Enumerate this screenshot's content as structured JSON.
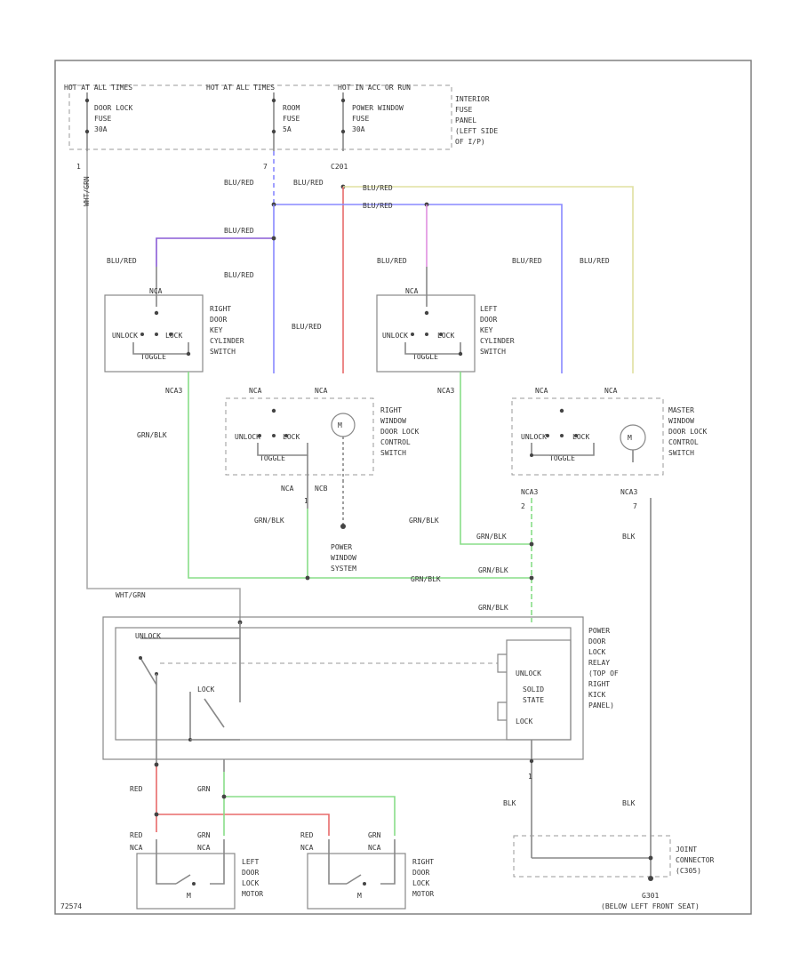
{
  "colors": {
    "blue_red": "#8888ff",
    "blue_red_purple": "#8a5cd6",
    "red": "#e86a6a",
    "pink": "#e090e0",
    "yellow": "#e8e8a0",
    "green": "#88dd88",
    "gray": "#999999"
  },
  "fuses": {
    "f1_hdr": "HOT AT ALL TIMES",
    "f2_hdr": "HOT AT ALL TIMES",
    "f3_hdr": "HOT IN ACC OR RUN",
    "f1_l1": "DOOR LOCK",
    "f1_l2": "FUSE",
    "f1_l3": "30A",
    "f2_l1": "ROOM",
    "f2_l2": "FUSE",
    "f2_l3": "5A",
    "f3_l1": "POWER WINDOW",
    "f3_l2": "FUSE",
    "f3_l3": "30A",
    "panel_l1": "INTERIOR",
    "panel_l2": "FUSE",
    "panel_l3": "PANEL",
    "panel_l4": "(LEFT SIDE",
    "panel_l5": "OF I/P)",
    "f2_pin": "7",
    "f3_pin": "C201",
    "f1_pin": "1"
  },
  "wire_labels": {
    "wht_grn_v": "WHT/GRN",
    "blu_red_a": "BLU/RED",
    "blu_red_b": "BLU/RED",
    "blu_red_c": "BLU/RED",
    "blu_red_d": "BLU/RED",
    "blu_red_e": "BLU/RED",
    "blu_red_f": "BLU/RED",
    "blu_red_g": "BLU/RED",
    "blu_red_h": "BLU/RED",
    "blu_red_i": "BLU/RED",
    "blu_red_j": "BLU/RED",
    "grn_blk_a": "GRN/BLK",
    "grn_blk_b": "GRN/BLK",
    "grn_blk_c": "GRN/BLK",
    "grn_blk_d": "GRN/BLK",
    "grn_blk_e": "GRN/BLK",
    "grn_blk_f": "GRN/BLK",
    "wht_grn_h": "WHT/GRN",
    "blk_a": "BLK",
    "blk_b": "BLK",
    "blk_c": "BLK",
    "red_a": "RED",
    "red_b": "RED",
    "red_c": "RED",
    "grn_a": "GRN",
    "grn_b": "GRN",
    "grn_c": "GRN"
  },
  "components": {
    "rdks": [
      "RIGHT",
      "DOOR",
      "KEY",
      "CYLINDER",
      "SWITCH"
    ],
    "ldks": [
      "LEFT",
      "DOOR",
      "KEY",
      "CYLINDER",
      "SWITCH"
    ],
    "rwin": [
      "RIGHT",
      "WINDOW",
      "DOOR LOCK",
      "CONTROL",
      "SWITCH"
    ],
    "mwin": [
      "MASTER",
      "WINDOW",
      "DOOR LOCK",
      "CONTROL",
      "SWITCH"
    ],
    "relay": [
      "POWER",
      "DOOR",
      "LOCK",
      "RELAY",
      "(TOP OF",
      "RIGHT",
      "KICK",
      "PANEL)"
    ],
    "pws": [
      "POWER",
      "WINDOW",
      "SYSTEM"
    ],
    "ldlm": [
      "LEFT",
      "DOOR",
      "LOCK",
      "MOTOR"
    ],
    "rdlm": [
      "RIGHT",
      "DOOR",
      "LOCK",
      "MOTOR"
    ],
    "joint": [
      "JOINT",
      "CONNECTOR",
      "(C305)"
    ],
    "ground": "G301",
    "ground_loc": "(BELOW LEFT FRONT SEAT)"
  },
  "switch_text": {
    "unlock": "UNLOCK",
    "lock": "LOCK",
    "toggle": "TOGGLE",
    "relay_unlock": "UNLOCK",
    "relay_lock": "LOCK",
    "relay_solid": "SOLID",
    "relay_state": "STATE",
    "relay_lock_sw": "LOCK",
    "relay_unlock_sw": "UNLOCK"
  },
  "pins": {
    "rdks_top": "NCA",
    "rdks_bot": "NCA3",
    "ldks_top": "NCA",
    "ldks_bot": "NCA3",
    "rwin_a": "NCA",
    "rwin_b": "NCA",
    "rwin_c": "NCA",
    "rwin_d": "NCB",
    "mwin_a": "NCA",
    "mwin_b": "NCA",
    "mwin_c": "NCA3",
    "mwin_d": "NCA3",
    "ldlm_l": "NCA",
    "ldlm_r": "NCA",
    "rdlm_l": "NCA",
    "rdlm_r": "NCA",
    "n_one": "1",
    "n_two": "2",
    "n_seven": "7",
    "n_one_b": "1"
  },
  "footer_code": "72574"
}
